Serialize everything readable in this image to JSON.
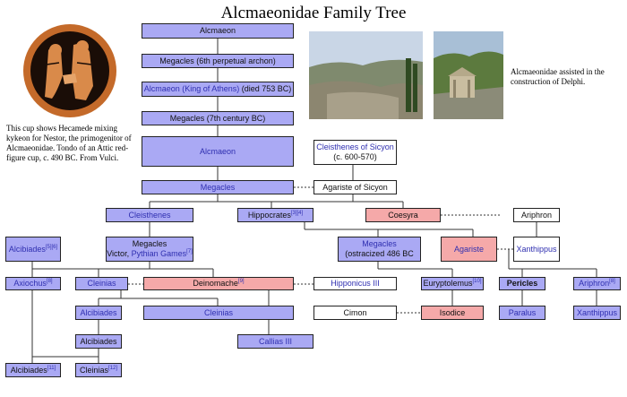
{
  "title": "Alcmaeonidae Family Tree",
  "captions": {
    "cup": "This cup shows Hecamede mixing kykeon for Nestor, the primogenitor of Alcmaeonidae. Tondo of an Attic red-figure cup, c. 490 BC. From Vulci.",
    "delphi": "Alcmaeonidae assisted in the construction of Delphi."
  },
  "people": {
    "alcmaeon1": "Alcmaeon",
    "megacles1": "Megacles (6th perpetual archon)",
    "alcmaeon_king": "Alcmaeon (King of Athens)",
    "alcmaeon_king_date": " (died 753 BC)",
    "megacles2": "Megacles (7th century BC)",
    "alcmaeon2": "Alcmaeon",
    "cleisthenes_sicyon": "Cleisthenes of Sicyon",
    "cleisthenes_sicyon_date": "(c. 600-570)",
    "megacles3": "Megacles",
    "agariste_sicyon": "Agariste of Sicyon",
    "cleisthenes": "Cleisthenes",
    "hippocrates": "Hippocrates",
    "hippocrates_refs": "[3][4]",
    "coesyra": "Coesyra",
    "ariphron1": "Ariphron",
    "alcibiades1": "Alcibiades",
    "alcibiades1_refs": "[5][6]",
    "megacles_victor_1": "Megacles",
    "megacles_victor_2a": "Victor, ",
    "megacles_victor_2b": "Pythian Games",
    "megacles_victor_ref": "[7]",
    "megacles_ostracized_1": "Megacles",
    "megacles_ostracized_2": "(ostracized 486 BC",
    "agariste": "Agariste",
    "xanthippus": "Xanthippus",
    "axiochus": "Axiochus",
    "axiochus_ref": "[8]",
    "cleinias1": "Cleinias",
    "deinomache": "Deinomache",
    "deinomache_ref": "[9]",
    "hipponicus": "Hipponicus III",
    "euryptolemus": "Euryptolemus",
    "euryptolemus_ref": "[10]",
    "pericles": "Pericles",
    "ariphron2": "Ariphron",
    "ariphron2_ref": "[8]",
    "alcibiades2": "Alcibiades",
    "cleinias2": "Cleinias",
    "cimon": "Cimon",
    "isodice": "Isodice",
    "paralus": "Paralus",
    "xanthippus2": "Xanthippus",
    "alcibiades3": "Alcibiades",
    "callias": "Callias III",
    "alcibiades4": "Alcibiades",
    "alcibiades4_ref": "[11]",
    "cleinias3": "Cleinias",
    "cleinias3_ref": "[12]"
  },
  "colors": {
    "blue_box": "#aaa9f4",
    "pink_box": "#f5a9a9",
    "white_box": "#ffffff",
    "link_text": "#2f2fb0"
  },
  "images": {
    "cup": "red-figure-cup-image",
    "delphi_theatre": "delphi-landscape-image",
    "delphi_treasury": "delphi-treasury-image"
  }
}
